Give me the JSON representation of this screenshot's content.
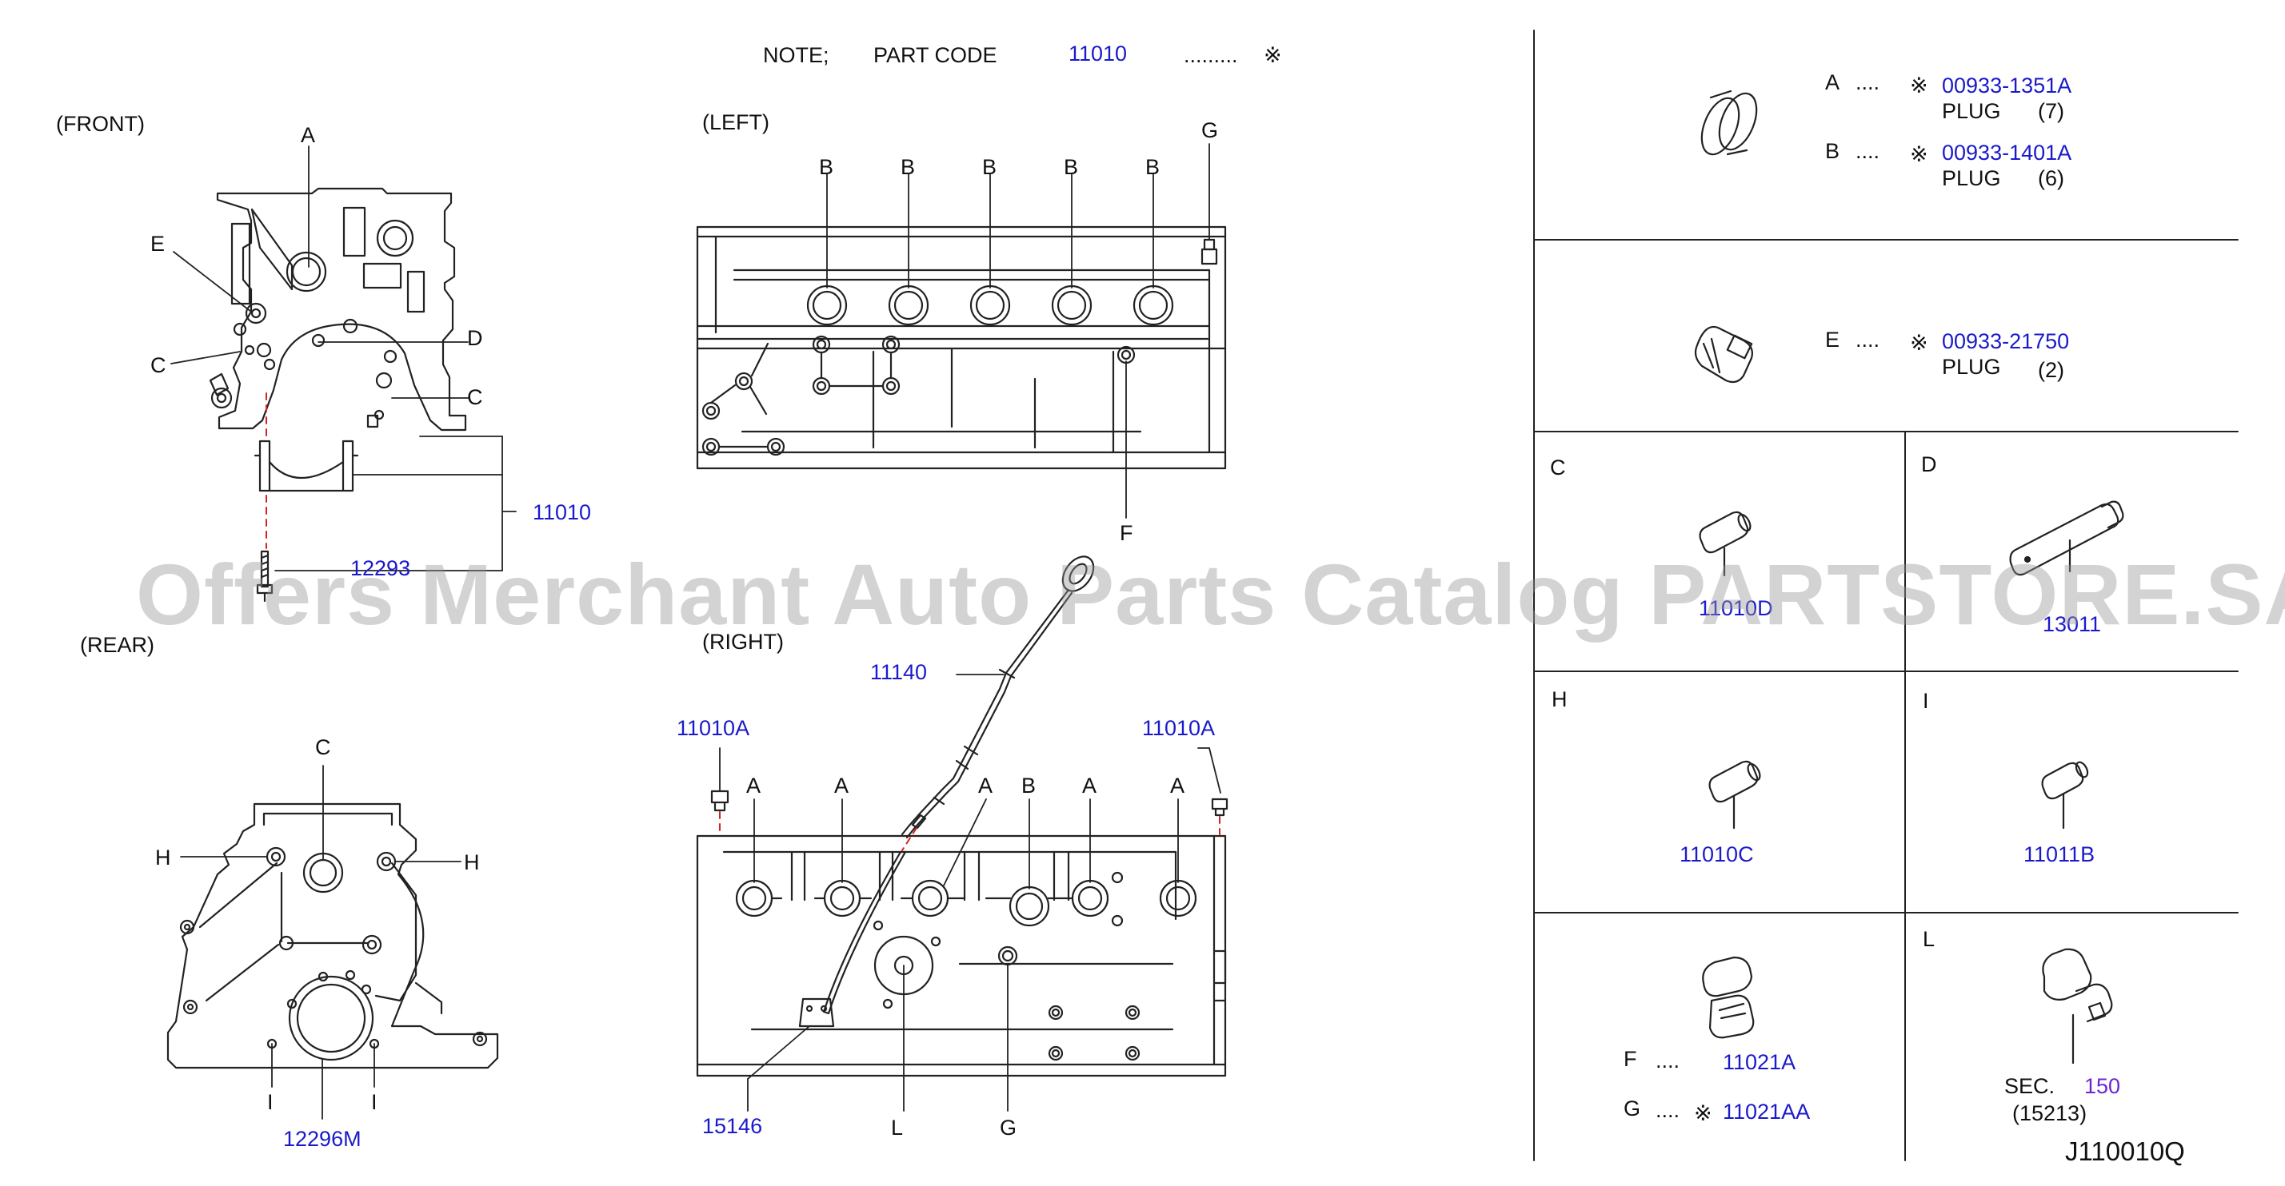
{
  "note": {
    "label": "NOTE;",
    "part_code_label": "PART   CODE",
    "part_code": "11010",
    "dots": ".........",
    "mark": "※"
  },
  "views": {
    "front": "(FRONT)",
    "left": "(LEFT)",
    "rear": "(REAR)",
    "right": "(RIGHT)"
  },
  "callouts": {
    "front": [
      "A",
      "E",
      "C",
      "D",
      "C"
    ],
    "left_b": "B",
    "left_g": "G",
    "left_f": "F",
    "right_a": "A",
    "right_b": "B",
    "right_l": "L",
    "right_g": "G",
    "rear_c": "C",
    "rear_h": "H",
    "rear_i": "I"
  },
  "part_numbers": {
    "front_block": "11010",
    "bolt": "12293",
    "rear_seal": "12296M",
    "dipstick": "11140",
    "plug_left": "11010A",
    "plug_right": "11010A",
    "guide": "15146"
  },
  "legend": {
    "row1": {
      "items": [
        {
          "letter": "A",
          "dots": "....",
          "mark": "※",
          "part": "00933-1351A",
          "name": "PLUG",
          "qty": "(7)"
        },
        {
          "letter": "B",
          "dots": "....",
          "mark": "※",
          "part": "00933-1401A",
          "name": "PLUG",
          "qty": "(6)"
        }
      ]
    },
    "row2": {
      "letter": "E",
      "dots": "....",
      "mark": "※",
      "part": "00933-21750",
      "name": "PLUG",
      "qty": "(2)"
    },
    "cell_c": {
      "letter": "C",
      "part": "11010D"
    },
    "cell_d": {
      "letter": "D",
      "part": "13011"
    },
    "cell_h": {
      "letter": "H",
      "part": "11010C"
    },
    "cell_i": {
      "letter": "I",
      "part": "11011B"
    },
    "cell_fg": {
      "f": {
        "letter": "F",
        "dots": "....",
        "part": "11021A"
      },
      "g": {
        "letter": "G",
        "dots": "....",
        "mark": "※",
        "part": "11021AA"
      }
    },
    "cell_l": {
      "letter": "L",
      "sec_label": "SEC.",
      "sec_num": "150",
      "sec_ref": "(15213)"
    }
  },
  "diagram_code": "J110010Q",
  "watermark": "Offers Merchant Auto Parts Catalog PARTSTORE.SA",
  "colors": {
    "part_link": "#1a1acc",
    "line": "#222222",
    "leader_dash": "#d92020",
    "sec_num": "#6a28d0"
  }
}
